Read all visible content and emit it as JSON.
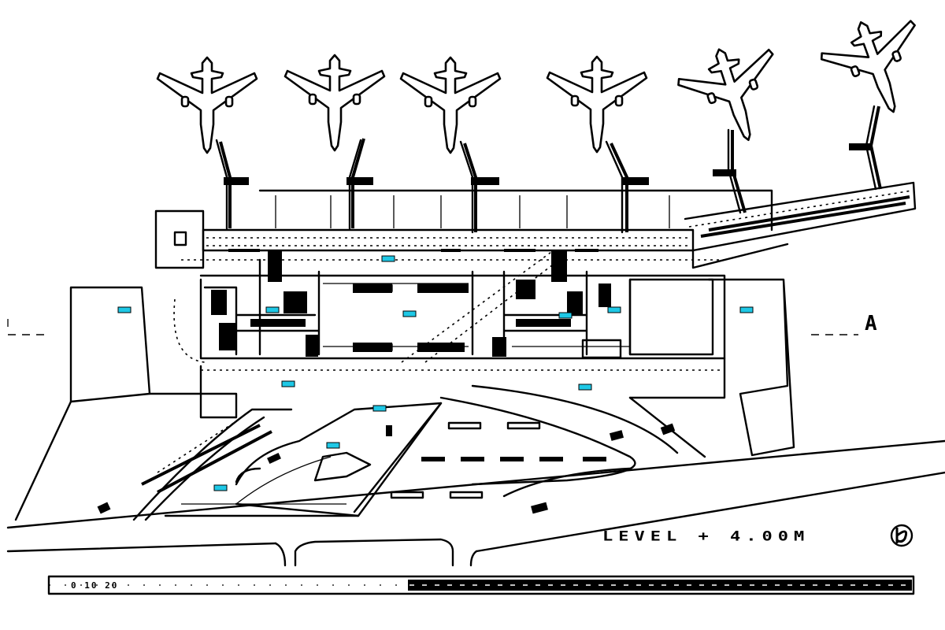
{
  "labels": {
    "level": "LEVEL + 4.00M",
    "north": "A",
    "scale_note": "0 10 20"
  },
  "colors": {
    "ink": "#000000",
    "marker": "#1ec8e6",
    "background": "#ffffff"
  },
  "icons": {
    "aircraft": "airplane-icon",
    "north_sign": "north-arrow-icon",
    "marker": "cyan-marker"
  }
}
